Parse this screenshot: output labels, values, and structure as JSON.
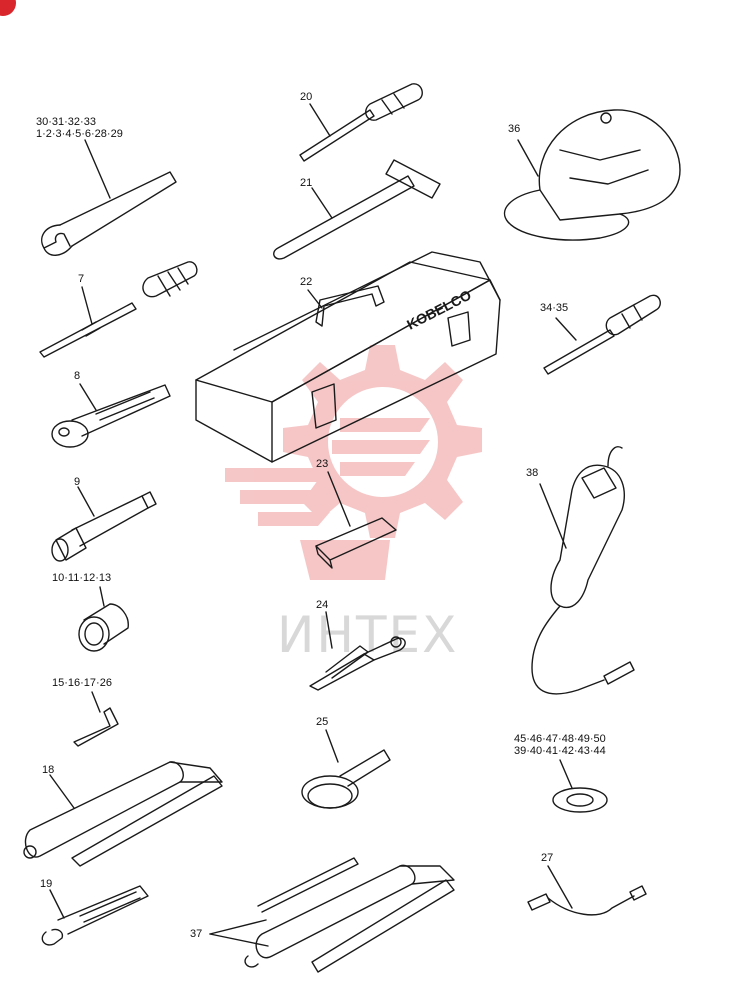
{
  "colors": {
    "line": "#1a1a1a",
    "watermark": "#f4b9b9",
    "corner_badge": "#d9262c",
    "watermark_text": "#d8d8d8"
  },
  "watermark": {
    "text": "ИНТЕХ",
    "icon": "gear-wrench-logo"
  },
  "toolbox_brand": "KOBELCO",
  "labels": {
    "wrench": [
      "30·31·32·33",
      "1·2·3·4·5·6·28·29"
    ],
    "screwdriver_7": "7",
    "ratchet_8": "8",
    "extension_9": "9",
    "socket": "10·11·12·13",
    "hex_key": "15·16·17·26",
    "grease_gun_18": "18",
    "adjustable_wrench_19": "19",
    "screwdriver_20": "20",
    "hammer_21": "21",
    "toolbox_22": "22",
    "pouch_23": "23",
    "pliers_24": "24",
    "filter_wrench_25": "25",
    "grease_gun_37": "37",
    "cap_36": "36",
    "screwdriver_34_35": "34·35",
    "work_lamp_38": "38",
    "washer": [
      "45·46·47·48·49·50",
      "39·40·41·42·43·44"
    ],
    "hose_27": "27"
  }
}
